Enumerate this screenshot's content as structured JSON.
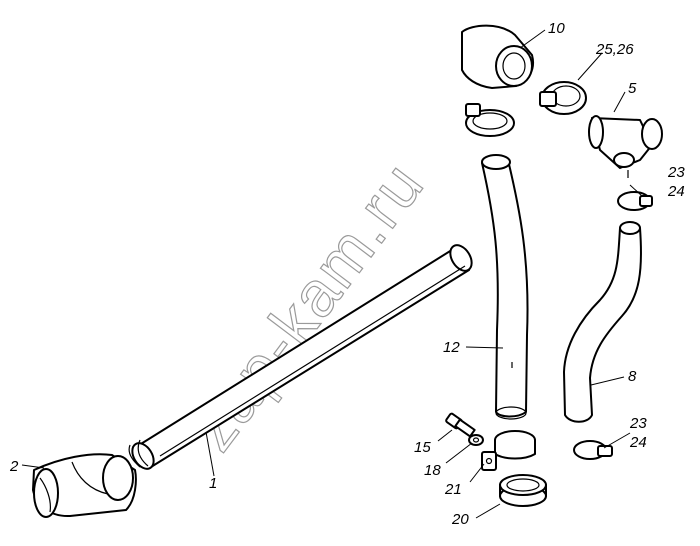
{
  "watermark": "zap-kam.ru",
  "labels": {
    "l1": "1",
    "l2": "2",
    "l5": "5",
    "l8": "8",
    "l10": "10",
    "l12": "12",
    "l15": "15",
    "l18": "18",
    "l20": "20",
    "l21": "21",
    "l23a": "23",
    "l24a": "24",
    "l23b": "23",
    "l24b": "24",
    "l2526": "25,26"
  }
}
